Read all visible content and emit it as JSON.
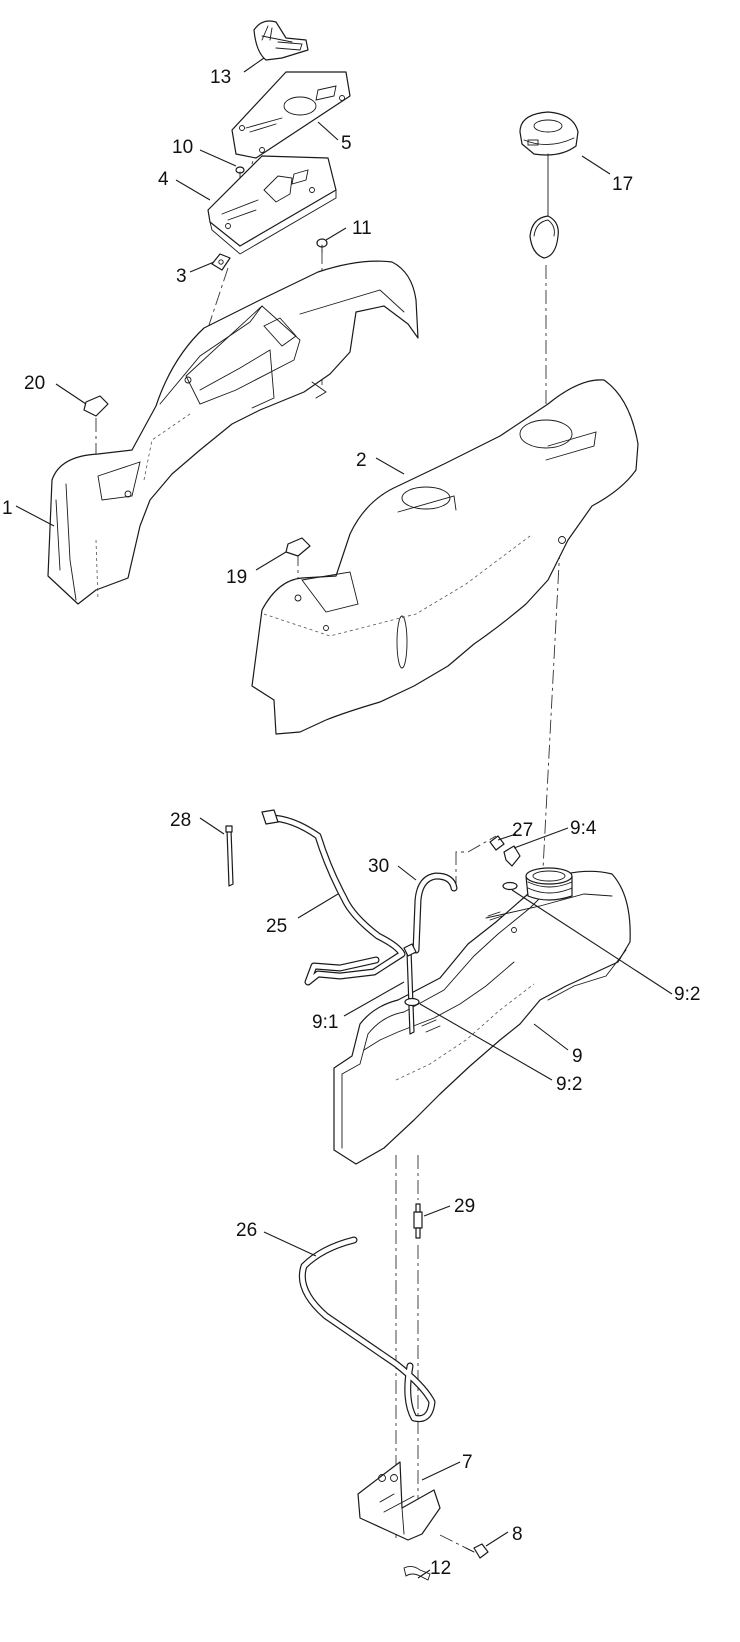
{
  "callouts": [
    {
      "id": "13",
      "text": "13"
    },
    {
      "id": "5",
      "text": "5"
    },
    {
      "id": "10",
      "text": "10"
    },
    {
      "id": "4",
      "text": "4"
    },
    {
      "id": "11",
      "text": "11"
    },
    {
      "id": "3",
      "text": "3"
    },
    {
      "id": "17",
      "text": "17"
    },
    {
      "id": "20",
      "text": "20"
    },
    {
      "id": "1",
      "text": "1"
    },
    {
      "id": "2",
      "text": "2"
    },
    {
      "id": "19",
      "text": "19"
    },
    {
      "id": "28",
      "text": "28"
    },
    {
      "id": "27",
      "text": "27"
    },
    {
      "id": "9_4",
      "text": "9:4"
    },
    {
      "id": "30",
      "text": "30"
    },
    {
      "id": "25",
      "text": "25"
    },
    {
      "id": "9_2_right",
      "text": "9:2"
    },
    {
      "id": "9_1",
      "text": "9:1"
    },
    {
      "id": "9",
      "text": "9"
    },
    {
      "id": "9_2_center",
      "text": "9:2"
    },
    {
      "id": "29",
      "text": "29"
    },
    {
      "id": "26",
      "text": "26"
    },
    {
      "id": "7",
      "text": "7"
    },
    {
      "id": "8",
      "text": "8"
    },
    {
      "id": "12",
      "text": "12"
    }
  ]
}
